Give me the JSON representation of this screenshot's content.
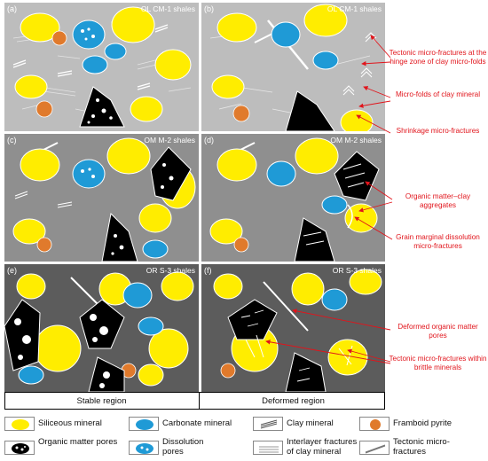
{
  "panels": {
    "a": {
      "label": "(a)",
      "sample": "OL CM-1 shales"
    },
    "b": {
      "label": "(b)",
      "sample": "OL CM-1 shales"
    },
    "c": {
      "label": "(c)",
      "sample": "OM M-2 shales"
    },
    "d": {
      "label": "(d)",
      "sample": "OM M-2 shales"
    },
    "e": {
      "label": "(e)",
      "sample": "OR S-3 shales"
    },
    "f": {
      "label": "(f)",
      "sample": "OR S-3 shales"
    }
  },
  "regions": {
    "stable": "Stable region",
    "deformed": "Deformed region"
  },
  "annotations": {
    "hinge_fractures": "Tectonic micro-fractures at the hinge zone of clay micro-folds",
    "micro_folds": "Micro-folds of clay mineral",
    "shrinkage": "Shrinkage micro-fractures",
    "om_clay": "Organic matter–clay aggregates",
    "grain_dissolution": "Grain marginal dissolution micro-fractures",
    "deformed_pores": "Deformed organic matter pores",
    "brittle_fractures": "Tectonic micro-fractures within brittle minerals"
  },
  "legend": {
    "siliceous": "Siliceous mineral",
    "carbonate": "Carbonate mineral",
    "clay": "Clay mineral",
    "pyrite": "Framboid pyrite",
    "om_pores": "Organic matter pores",
    "dissolution": "Dissolution pores",
    "interlayer": "Interlayer fractures of clay mineral",
    "tectonic": "Tectonic micro-fractures"
  },
  "colors": {
    "siliceous": "#ffed00",
    "carbonate": "#1f9ad6",
    "pyrite": "#e07a2c",
    "organic": "#000000",
    "annotation": "#e1141b",
    "bg_row1": "#bdbdbd",
    "bg_row2": "#8f8f8f",
    "bg_row3": "#5c5c5c"
  }
}
